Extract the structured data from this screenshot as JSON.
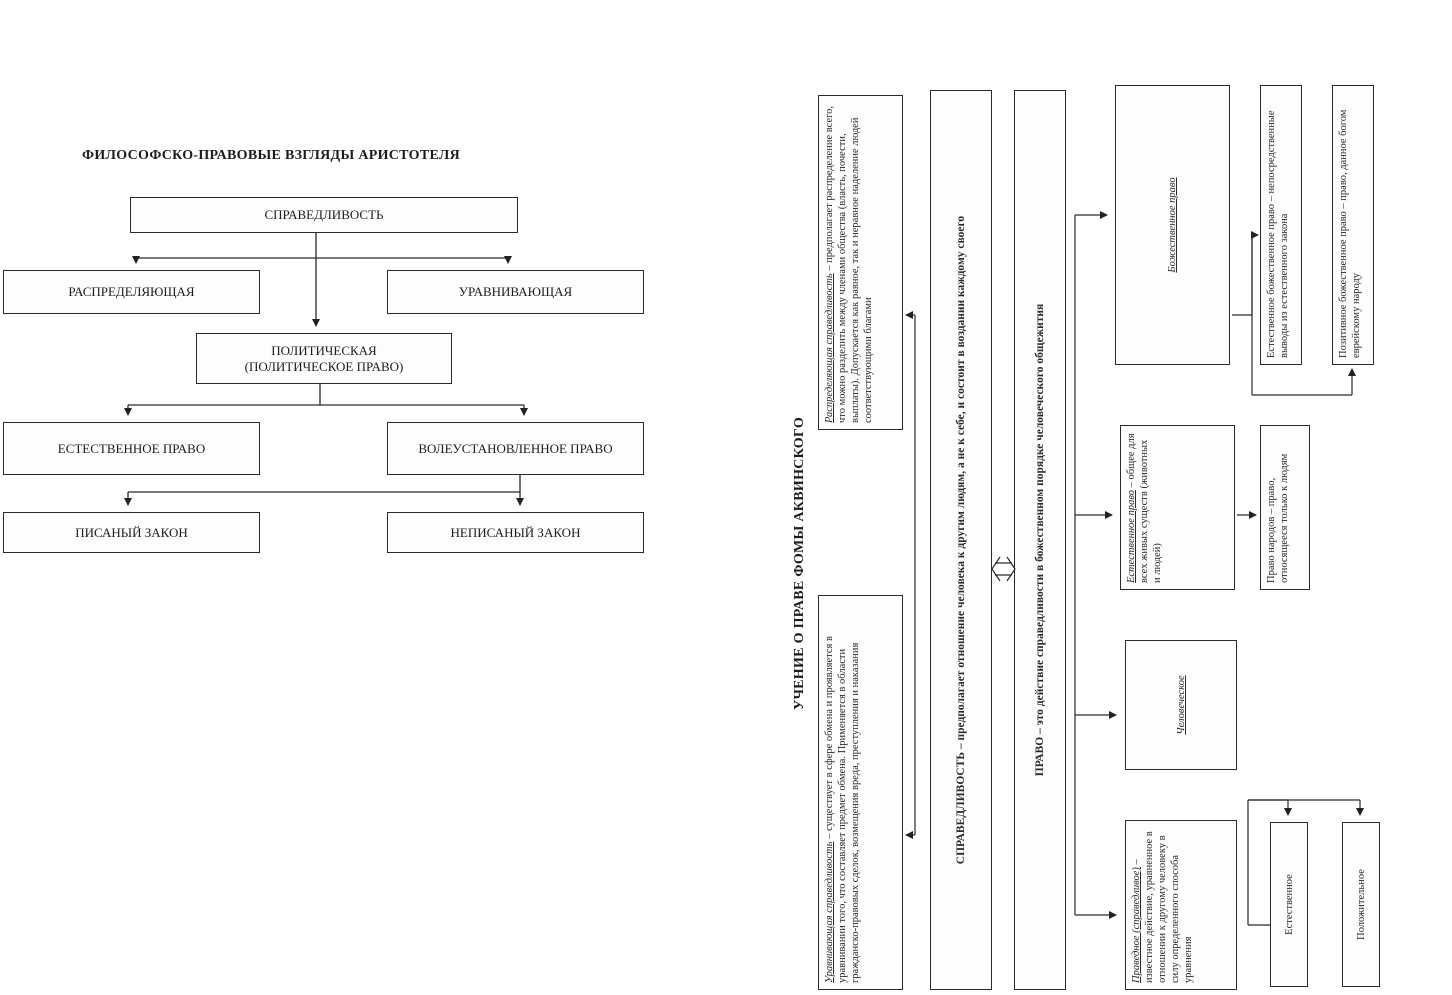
{
  "aristotle": {
    "title": "ФИЛОСОФСКО-ПРАВОВЫЕ ВЗГЛЯДЫ АРИСТОТЕЛЯ",
    "justice": "СПРАВЕДЛИВОСТЬ",
    "distributive": "РАСПРЕДЕЛЯЮЩАЯ",
    "equalizing": "УРАВНИВАЮЩАЯ",
    "political_line1": "ПОЛИТИЧЕСКАЯ",
    "political_line2": "(ПОЛИТИЧЕСКОЕ ПРАВО)",
    "natural": "ЕСТЕСТВЕННОЕ ПРАВО",
    "volitional": "ВОЛЕУСТАНОВЛЕННОЕ ПРАВО",
    "written": "ПИСАНЫЙ ЗАКОН",
    "unwritten": "НЕПИСАНЫЙ ЗАКОН"
  },
  "aquinas": {
    "title": "УЧЕНИЕ О ПРАВЕ ФОМЫ АКВИНСКОГО",
    "equalizing_term": "Уравнивающая справедливость",
    "equalizing_text": " – существует в сфере обмена и проявляется в уравнивании того, что составляет предмет обмена. Применяется в области гражданско-правовых сделок, возмещения вреда, преступления и наказания",
    "distributive_term": "Распределяющая справедливость",
    "distributive_text": " – предполагает распределение всего, что можно разделить между членами общества (власть, почести, выплаты). Допускается как равное, так и неравное наделение людей соответствующими благами",
    "justice_def": "СПРАВЕДЛИВОСТЬ – предполагает отношение человека к другим людям, а не к себе, и состоит в воздании каждому своего",
    "law_def": "ПРАВО – это действие справедливости в божественном порядке человеческого общежития",
    "divine_law": "Божественное право",
    "natural_divine": "Естественное божественное право – непосредственные выводы из естественного закона",
    "positive_divine": "Позитивное божественное право – право, данное богом еврейскому народу",
    "natural_law_term": "Естественное право",
    "natural_law_text": " – общее для всех живых существ (животных и людей)",
    "law_of_nations": "Право народов – право, относящееся только к людям",
    "human": "Человеческое",
    "just_term": "Праведное (справедливое)",
    "just_text": " – известное действие, уравненное в отношении к другому человеку в силу определенного способа уравнения",
    "natural_small": "Естественное",
    "positive_small": "Положительное"
  }
}
